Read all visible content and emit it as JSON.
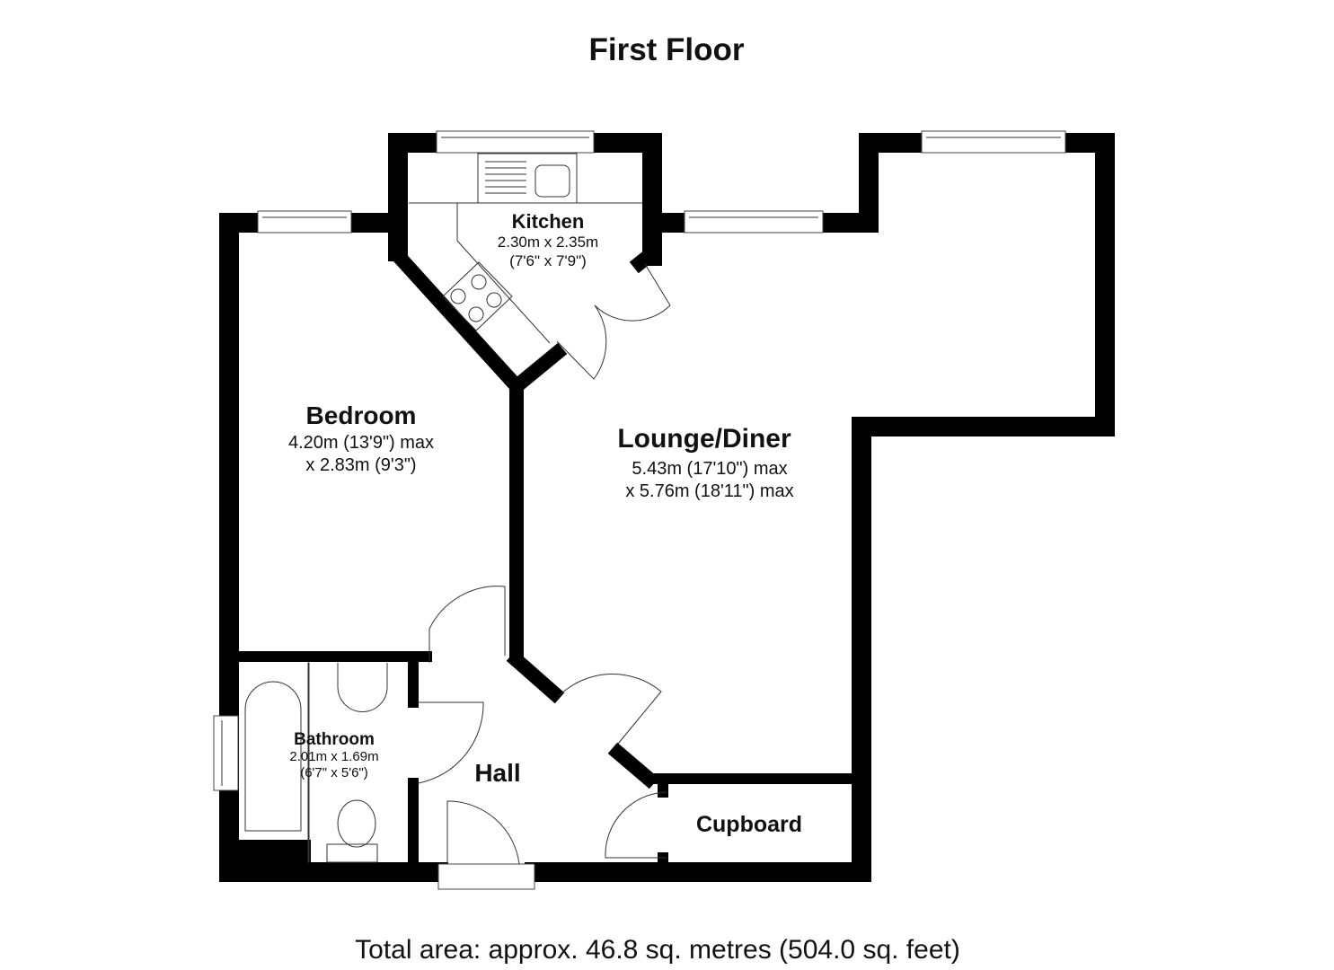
{
  "title": "First Floor",
  "rooms": {
    "kitchen": {
      "name": "Kitchen",
      "dim_metric": "2.30m x 2.35m",
      "dim_imperial": "(7'6\" x 7'9\")"
    },
    "bedroom": {
      "name": "Bedroom",
      "dim_line1": "4.20m (13'9\") max",
      "dim_line2": "x 2.83m (9'3\")"
    },
    "lounge": {
      "name": "Lounge/Diner",
      "dim_line1": "5.43m (17'10\") max",
      "dim_line2": "x 5.76m (18'11\") max"
    },
    "bathroom": {
      "name": "Bathroom",
      "dim_metric": "2.01m x 1.69m",
      "dim_imperial": "(6'7\" x 5'6\")"
    },
    "hall": {
      "name": "Hall"
    },
    "cupboard": {
      "name": "Cupboard"
    }
  },
  "total_area": "Total area: approx. 46.8 sq. metres (504.0 sq. feet)",
  "colors": {
    "wall": "#000000",
    "background": "#ffffff"
  }
}
